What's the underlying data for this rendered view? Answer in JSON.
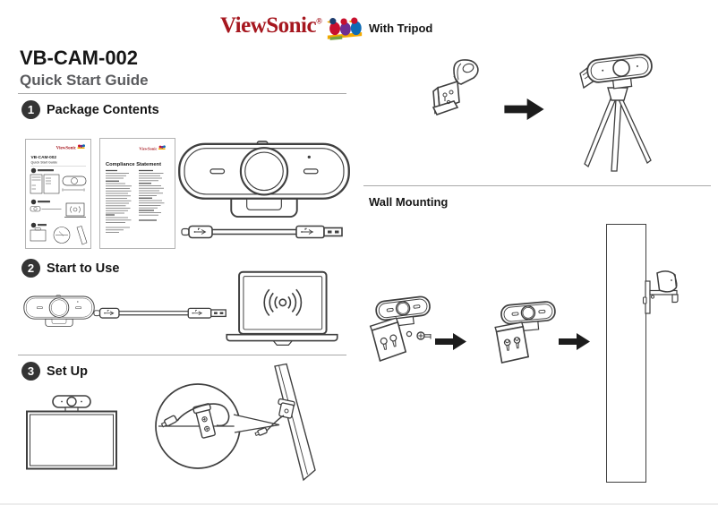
{
  "page": {
    "brand": {
      "name": "ViewSonic",
      "registered_mark": "®"
    },
    "product_title": "VB-CAM-002",
    "subtitle": "Quick Start Guide",
    "colors": {
      "brand_red": "#a6171f",
      "heading_gray": "#5a5b5e",
      "line_art": "#3f3f3f",
      "arrow_black": "#1c1c1c",
      "badge_dark": "#343434",
      "divider_gray": "#a8a8a8",
      "bird_red": "#c8102e",
      "bird_purple": "#6e2d91",
      "bird_blue": "#0f6cb5",
      "perch_yellow": "#f2a900",
      "perch_green": "#76a240"
    }
  },
  "steps": [
    {
      "number": "1",
      "label": "Package Contents"
    },
    {
      "number": "2",
      "label": "Start to Use"
    },
    {
      "number": "3",
      "label": "Set Up"
    }
  ],
  "side_sections": [
    {
      "label": "With Tripod"
    },
    {
      "label": "Wall Mounting"
    }
  ],
  "package_contents": {
    "qsg_card": {
      "brand": "ViewSonic",
      "title": "VB-CAM-002",
      "subtitle": "Quick Start Guide"
    },
    "compliance_card": {
      "brand": "ViewSonic",
      "title": "Compliance Statement"
    },
    "items": [
      "quick-start-guide-leaflet",
      "compliance-statement-leaflet",
      "webcam-front-view",
      "usb-cable"
    ]
  },
  "illustrations": {
    "start_to_use": [
      "webcam-front-view",
      "usb-cable",
      "laptop-with-signal-waves"
    ],
    "set_up": [
      "monitor-with-webcam-on-top",
      "mount-detail-magnifier-circle",
      "monitor-side-view-with-clamp"
    ],
    "with_tripod": [
      "mount-bracket-folded",
      "arrow-right",
      "webcam-on-tripod"
    ],
    "wall_mounting": [
      "webcam-with-mount-plate-and-screws",
      "webcam-with-mount-plate-attached",
      "arrow-right",
      "wall-with-webcam-side-view"
    ]
  }
}
